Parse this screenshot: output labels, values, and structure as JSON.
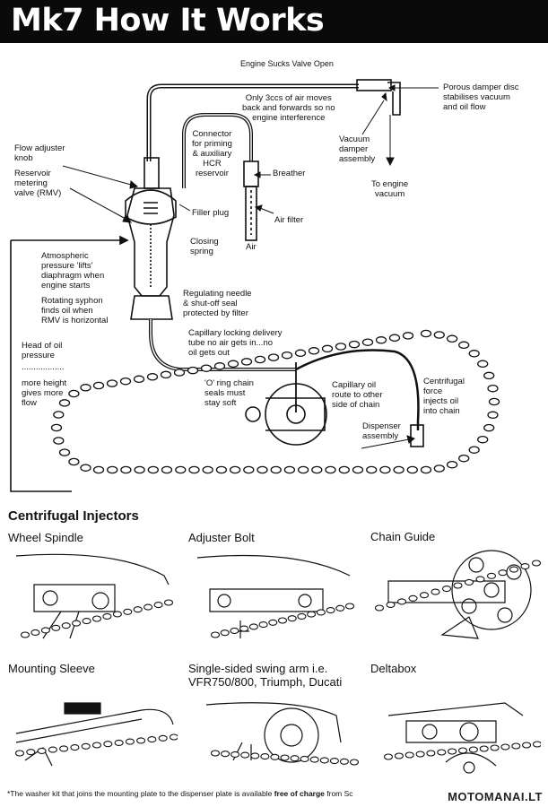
{
  "header": {
    "title": "Mk7 How It Works"
  },
  "diagram_labels": {
    "engine_sucks": "Engine Sucks Valve Open",
    "only_3ccs": "Only 3ccs of air moves\nback and forwards so no\nengine interference",
    "porous_damper": "Porous damper disc\nstabilises vacuum\nand oil flow",
    "vacuum_damper": "Vacuum\ndamper\nassembly",
    "to_engine_vacuum": "To engine\nvacuum",
    "flow_adjuster": "Flow adjuster\nknob",
    "reservoir_metering": "Reservoir\nmetering\nvalve (RMV)",
    "connector": "Connector\nfor priming\n& auxiliary\nHCR\nreservoir",
    "breather": "Breather",
    "filler_plug": "Filler plug",
    "air_filter": "Air filter",
    "air": "Air",
    "closing_spring": "Closing\nspring",
    "atmospheric": "Atmospheric\npressure 'lifts'\ndiaphragm when\nengine starts",
    "rotating_syphon": "Rotating syphon\nfinds oil when\nRMV is horizontal",
    "regulating_needle": "Regulating needle\n& shut-off seal\nprotected by filter",
    "head_of_oil": "Head of oil\npressure",
    "dots": "..................",
    "more_height": "more height\ngives more\nflow",
    "capillary_locking": "Capillary locking delivery\ntube no air gets in...no\noil gets out",
    "o_ring": "'O' ring chain\nseals must\nstay soft",
    "capillary_oil": "Capillary oil\nroute to other\nside of chain",
    "centrifugal_force": "Centrifugal\nforce\ninjects oil\ninto chain",
    "dispenser": "Dispenser\nassembly"
  },
  "section": {
    "title": "Centrifugal Injectors",
    "panels": [
      {
        "title": "Wheel Spindle"
      },
      {
        "title": "Adjuster Bolt"
      },
      {
        "title": "Chain Guide"
      },
      {
        "title": "Mounting Sleeve"
      },
      {
        "title": "Single-sided swing arm i.e.\nVFR750/800, Triumph, Ducati"
      },
      {
        "title": "Deltabox"
      }
    ]
  },
  "footer": {
    "text_start": "*The washer kit that joins the mounting plate to the dispenser plate is available ",
    "text_bold": "free of charge",
    "text_end": " from Sc"
  },
  "watermark": "MOTOMANAI.LT"
}
